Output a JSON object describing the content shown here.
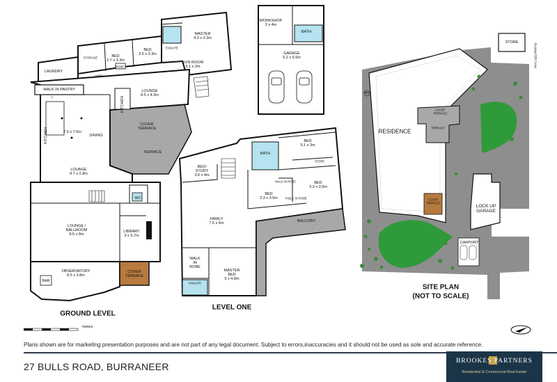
{
  "plan_labels": {
    "workshop": "WORKSHOP",
    "workshop_dim": "3 x 4m",
    "bath_workshop": "BATH",
    "garage": "GARAGE",
    "garage_dim": "6.2 x 6.5m",
    "master": "MASTER",
    "master_dim": "4.3 x 3.3m",
    "ensuite": "ENSUITE",
    "bed1": "BED",
    "bed1_dim": "3.5 x 3.3m",
    "bed2": "BED",
    "bed2_dim": "2.7 x 3.3m",
    "storage": "STORAGE",
    "linen": "LINEN",
    "robe": "ROBE",
    "laundry": "LAUNDRY",
    "sun_room": "SUN ROOM",
    "sun_room_dim": "5.1 x 2m",
    "walk_in_pantry": "WALK IN PANTRY",
    "pantry_f": "F",
    "lounge_top": "LOUNGE",
    "lounge_top_dim": "8.5 x 4.3m",
    "kitchen_top": "KITCHEN",
    "kitchen_left": "KITCHEN",
    "kitchen_dining_dim": "7.5 x 7.5m",
    "dining": "DINING",
    "cover_terrace": "COVER",
    "cover_terrace2": "TERRACE",
    "terrace": "TERRACE",
    "lounge_mid": "LOUNGE",
    "lounge_mid_dim": "9.7 x 2.8m",
    "wc": "WC",
    "ballroom": "LOUNGE /",
    "ballroom2": "BALLROOM",
    "ballroom_dim": "8.5 x 8m",
    "library": "LIBRARY",
    "library_dim": "3 x 5.7m",
    "observatory": "OBSERVATORY",
    "observatory_dim": "8.5 x 3.8m",
    "bar": "BAR",
    "cover_terrace_low": "COVER",
    "cover_terrace_low2": "TERRACE",
    "ground_level": "GROUND LEVEL",
    "l1_bed_study": "BED/",
    "l1_bed_study2": "STUDY",
    "l1_bed_study_dim": "3.6 x 4m",
    "l1_bath": "BATH",
    "l1_bed_a": "BED",
    "l1_bed_a_dim": "5.1 x 3m",
    "l1_store": "STORE",
    "l1_bed_b": "BED",
    "l1_bed_b_dim": "3.3 x 3.5m",
    "l1_bed_c": "BED",
    "l1_bed_c_dim": "3.3 x 3.5m",
    "l1_walk_robe": "WALK IN ROBE",
    "l1_table_robe": "TABLE IN ROBE",
    "l1_family": "FAMILY",
    "l1_family_dim": "7.5 x 6m",
    "l1_balcony": "BALCONY",
    "l1_walk_in": "WALK",
    "l1_walk_in2": "IN",
    "l1_walk_in3": "ROBE",
    "l1_ensuite": "ENSUITE",
    "l1_master": "MASTER",
    "l1_master2": "BED",
    "l1_master_dim": "5 x 4.8m",
    "level_one": "LEVEL ONE",
    "site_store": "STORE",
    "rainwater_tank": "RAINWATER TANK",
    "residence": "RESIDENCE",
    "site_cover": "COVER",
    "site_cover2": "TERRACE",
    "site_terrace": "TERRACE",
    "site_cover_terrace_small": "COVER TERRACE",
    "lock_up": "LOCK UP",
    "lock_up2": "GARAGE",
    "carport": "CARPORT",
    "site_mh": "MH",
    "site_plan": "SITE PLAN",
    "not_to_scale": "(NOT TO SCALE)",
    "scale_unit": "meters",
    "north": "N"
  },
  "disclaimer": "Plans shown are for marketing presentation purposes and are not part of any legal document. Subject to errors,inaccuracies and it should not be used as sole and accurate reference.",
  "address": "27 BULLS ROAD, BURRANEER",
  "brand": {
    "name": "BROOKES   PARTNERS",
    "tagline": "Residential & Commercial Real Estate"
  },
  "colors": {
    "wall": "#111111",
    "terrace_grey": "#a8a8a8",
    "wet_area": "#b5e3ef",
    "cover_brown": "#b77a3f",
    "lawn": "#2f9a3a",
    "site_grey": "#8e8e8e",
    "brand_navy": "#1b3548",
    "brand_gold": "#c9a34a"
  }
}
